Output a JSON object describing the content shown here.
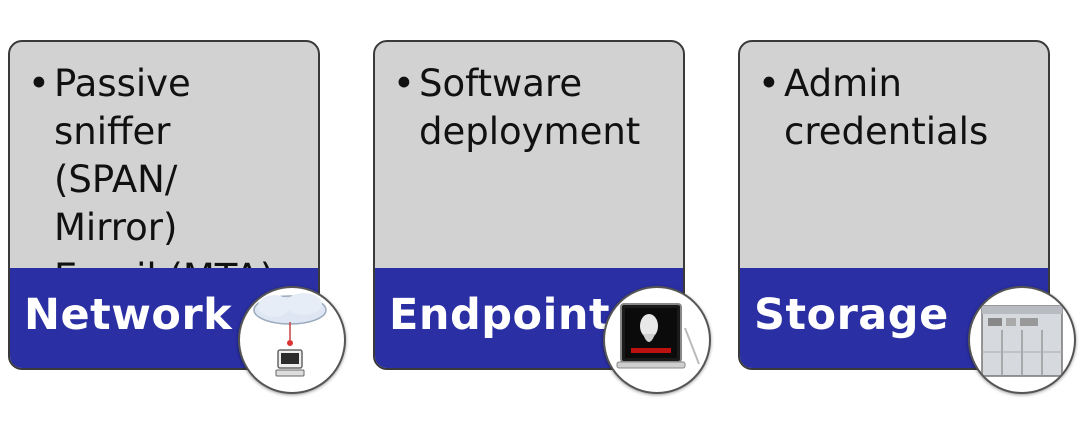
{
  "cards": [
    {
      "footer_label": "Network",
      "bullets": [
        "Passive sniffer (SPAN/ Mirror)",
        "Email (MTA)"
      ],
      "icon": "cloud-computer-icon"
    },
    {
      "footer_label": "Endpoint",
      "bullets": [
        "Software deployment"
      ],
      "icon": "laptop-icon"
    },
    {
      "footer_label": "Storage",
      "bullets": [
        "Admin credentials"
      ],
      "icon": "storage-server-icon"
    }
  ],
  "colors": {
    "card_body": "#d2d2d2",
    "card_footer": "#2a2fa3",
    "footer_text": "#ffffff"
  }
}
